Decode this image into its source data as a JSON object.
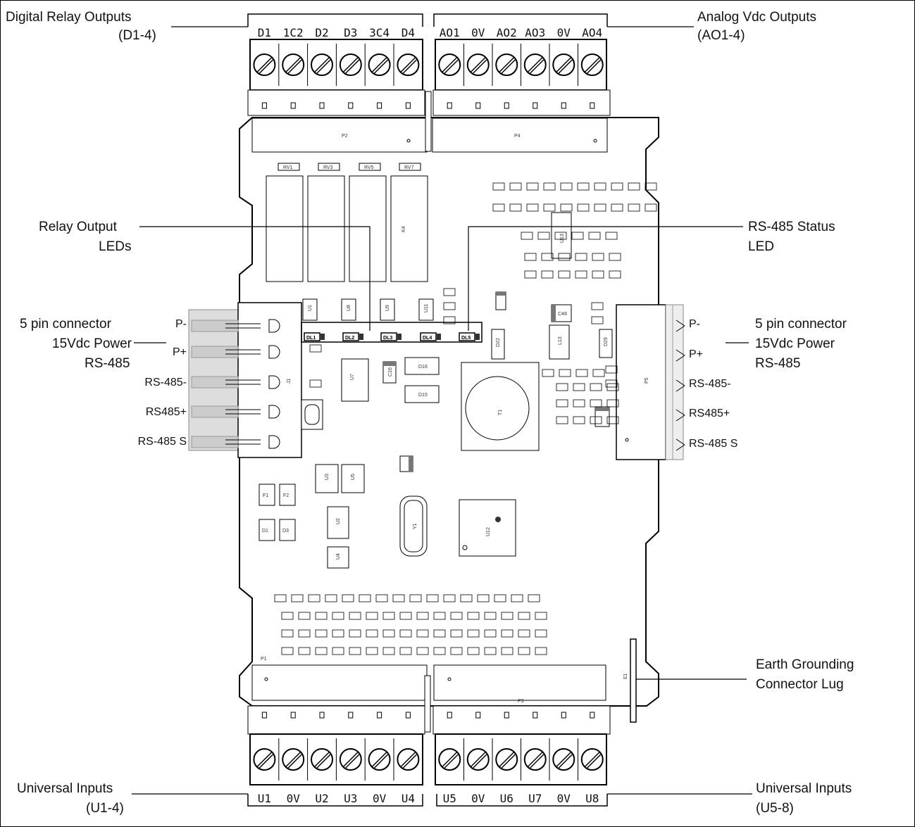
{
  "labels": {
    "digital_relay": [
      "Digital Relay Outputs",
      "(D1-4)"
    ],
    "analog_vdc": [
      "Analog Vdc Outputs",
      "(AO1-4)"
    ],
    "relay_leds": [
      "Relay Output",
      "LEDs"
    ],
    "rs485_status": [
      "RS-485 Status",
      "LED"
    ],
    "left_connector": [
      "5 pin connector",
      "15Vdc Power",
      "RS-485"
    ],
    "right_connector": [
      "5 pin connector",
      "15Vdc Power",
      "RS-485"
    ],
    "earth": [
      "Earth Grounding",
      "Connector Lug"
    ],
    "universal_left": [
      "Universal Inputs",
      "(U1-4)"
    ],
    "universal_right": [
      "Universal Inputs",
      "(U5-8)"
    ]
  },
  "terminals": {
    "top_left": [
      "D1",
      "1C2",
      "D2",
      "D3",
      "3C4",
      "D4"
    ],
    "top_right": [
      "AO1",
      "0V",
      "AO2",
      "AO3",
      "0V",
      "AO4"
    ],
    "bottom_left": [
      "U1",
      "0V",
      "U2",
      "U3",
      "0V",
      "U4"
    ],
    "bottom_right": [
      "U5",
      "0V",
      "U6",
      "U7",
      "0V",
      "U8"
    ]
  },
  "pins": {
    "left": [
      "P-",
      "P+",
      "RS-485-",
      "RS485+",
      "RS-485 S"
    ],
    "right": [
      "P-",
      "P+",
      "RS-485-",
      "RS485+",
      "RS-485 S"
    ]
  },
  "leds": [
    "DL1",
    "DL2",
    "DL3",
    "DL4",
    "DL5"
  ],
  "connectors": {
    "left": "J1",
    "right": "P5",
    "top_left": "P2",
    "top_right": "P4",
    "bottom_left": "P1",
    "bottom_right": "P3",
    "earth": "E1"
  },
  "chips": {
    "k4": "K4",
    "u13": "U13",
    "t1": "T1",
    "u12": "U12",
    "y1": "Y1",
    "u7": "U7",
    "u2": "U2",
    "u3": "U3",
    "u5": "U5",
    "u4": "U4",
    "l13": "L13",
    "d22": "D22",
    "d29": "D29",
    "f1": "F1",
    "f2": "F2",
    "d1": "D1",
    "d3": "D3",
    "u1": "U1",
    "u8": "U8",
    "u9": "U9",
    "u11": "U11",
    "c16": "C16",
    "c48": "C48",
    "d16": "D16",
    "d15": "D15"
  },
  "relays": [
    "RV1",
    "RV3",
    "RV5",
    "RV7"
  ]
}
